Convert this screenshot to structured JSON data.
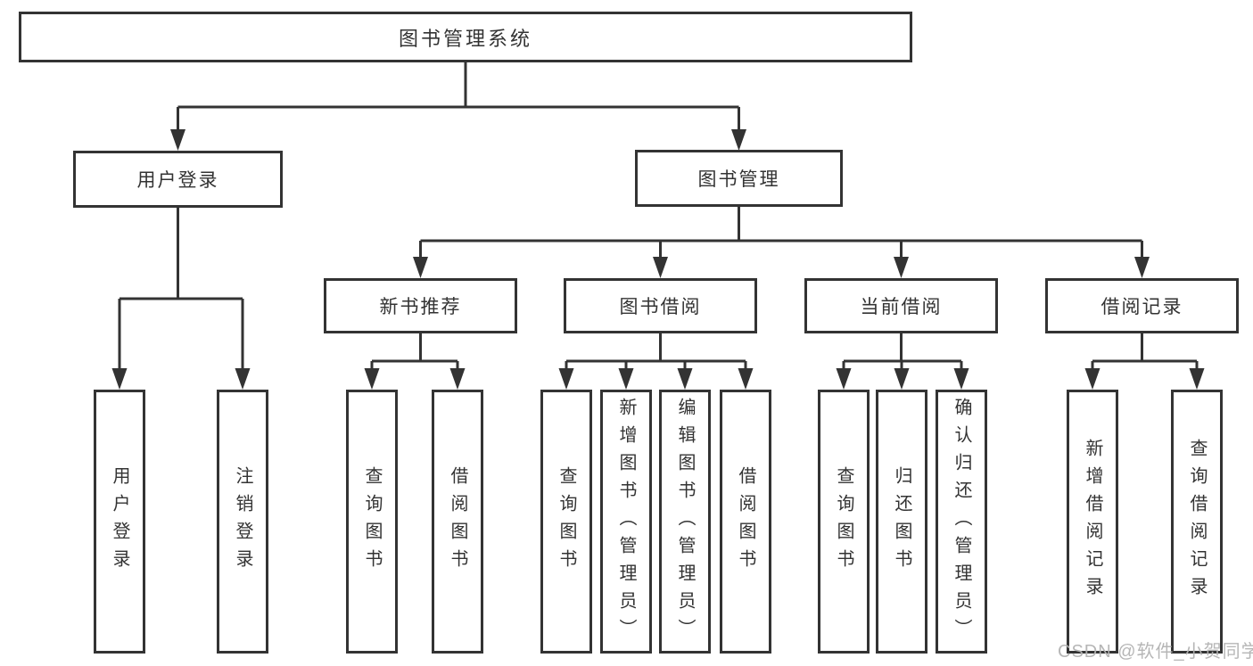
{
  "tree": {
    "root": {
      "label": "图书管理系统"
    },
    "level2": [
      {
        "label": "用户登录",
        "children": [
          {
            "label": "用户登录"
          },
          {
            "label": "注销登录"
          }
        ]
      },
      {
        "label": "图书管理",
        "children": [
          {
            "label": "新书推荐",
            "children": [
              {
                "label": "查询图书"
              },
              {
                "label": "借阅图书"
              }
            ]
          },
          {
            "label": "图书借阅",
            "children": [
              {
                "label": "查询图书"
              },
              {
                "label": "新增图书（管理员）"
              },
              {
                "label": "编辑图书（管理员）"
              },
              {
                "label": "借阅图书"
              }
            ]
          },
          {
            "label": "当前借阅",
            "children": [
              {
                "label": "查询图书"
              },
              {
                "label": "归还图书"
              },
              {
                "label": "确认归还（管理员）"
              }
            ]
          },
          {
            "label": "借阅记录",
            "children": [
              {
                "label": "新增借阅记录"
              },
              {
                "label": "查询借阅记录"
              }
            ]
          }
        ]
      }
    ]
  },
  "watermark": {
    "text": "CSDN @软件_小贺同学"
  },
  "colors": {
    "line": "#333333",
    "text": "#333333",
    "box_background": "#ffffff",
    "watermark": "#b2b2b2",
    "page_background": "#ffffff"
  }
}
